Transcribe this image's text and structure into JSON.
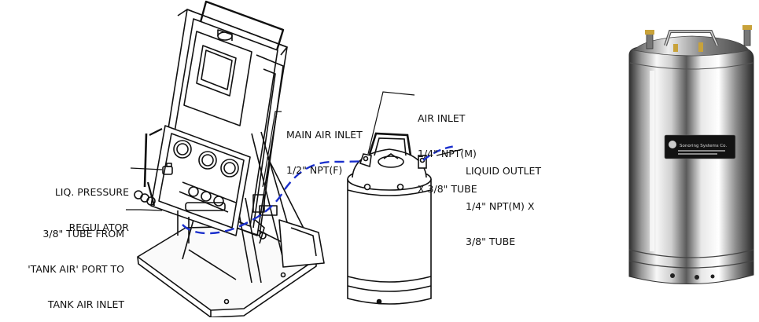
{
  "labels": {
    "main_air_inlet": [
      "MAIN AIR INLET",
      "1/2\" NPT(F)"
    ],
    "air_inlet": [
      "AIR INLET",
      "1/4\" NPT(M)",
      "X 3/8\" TUBE"
    ],
    "liquid_outlet": [
      "LIQUID OUTLET",
      "1/4\" NPT(M) X",
      "3/8\" TUBE"
    ],
    "liq_pressure_regulator": [
      "LIQ. PRESSURE",
      "REGULATOR"
    ],
    "tube_from_tank_air": [
      "3/8\" TUBE FROM",
      "'TANK AIR' PORT TO",
      "TANK AIR INLET"
    ]
  },
  "photo_tank": {
    "brand_text": "Sonoring Systems Co."
  },
  "colors": {
    "tube_line": "#1a2fcc",
    "line_art": "#111111",
    "steel_light": "#f2f2f2",
    "steel_dark": "#3a3a3a"
  }
}
